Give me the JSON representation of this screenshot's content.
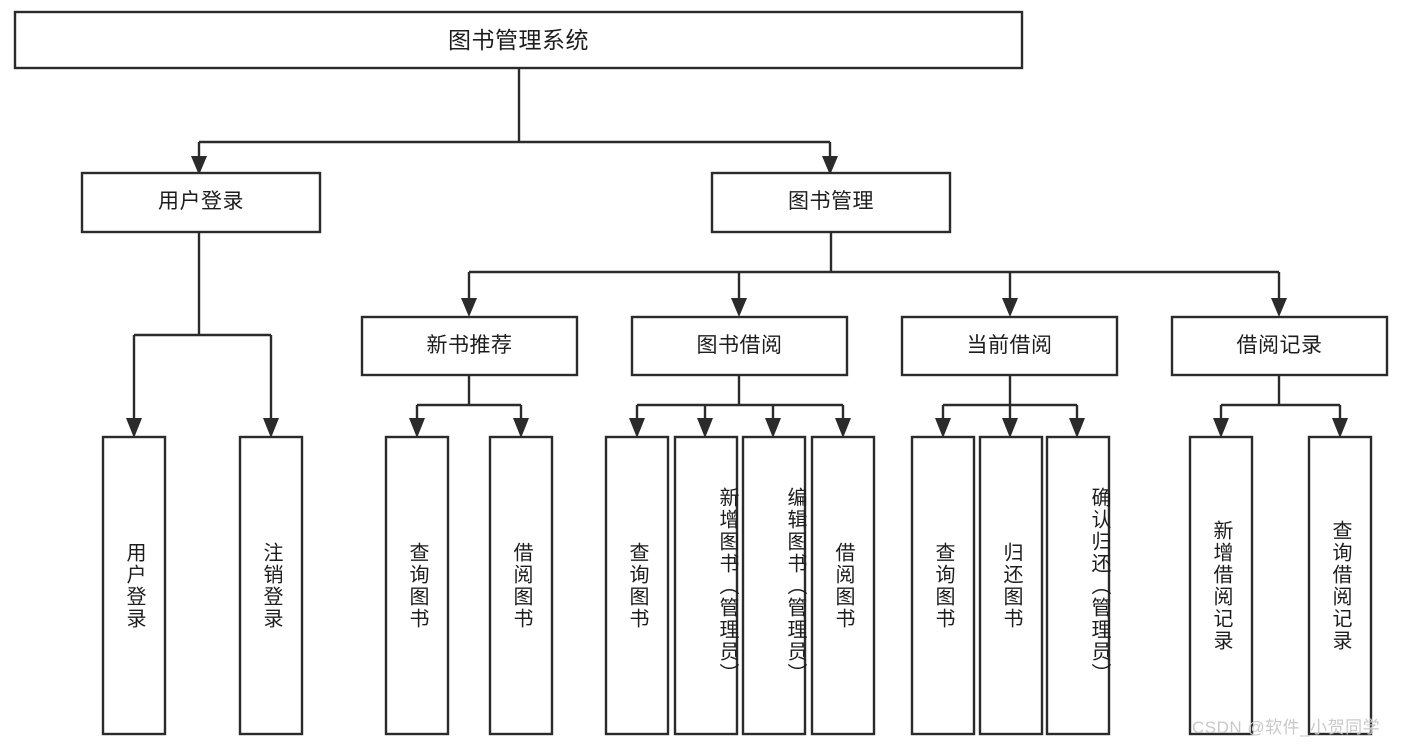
{
  "diagram": {
    "title": "图书管理系统",
    "watermark": "CSDN @软件_小贺同学",
    "line_color": "#2b2b2b",
    "box_fill": "#ffffff",
    "text_color": "#1d1d1d",
    "watermark_color": "#c9c9c9",
    "levels": {
      "level0": [
        {
          "id": "root",
          "label": "图书管理系统"
        }
      ],
      "level1": [
        {
          "id": "user-login",
          "label": "用户登录"
        },
        {
          "id": "book-manage",
          "label": "图书管理"
        }
      ],
      "level2": [
        {
          "id": "new-book-recommend",
          "label": "新书推荐"
        },
        {
          "id": "book-borrow",
          "label": "图书借阅"
        },
        {
          "id": "current-borrow",
          "label": "当前借阅"
        },
        {
          "id": "borrow-record",
          "label": "借阅记录"
        }
      ],
      "level3": [
        {
          "id": "leaf-user-login",
          "label": "用户登录",
          "parent": "user-login"
        },
        {
          "id": "leaf-user-logout",
          "label": "注销登录",
          "parent": "user-login"
        },
        {
          "id": "leaf-query-book-1",
          "label": "查询图书",
          "parent": "new-book-recommend"
        },
        {
          "id": "leaf-borrow-book-1",
          "label": "借阅图书",
          "parent": "new-book-recommend"
        },
        {
          "id": "leaf-query-book-2",
          "label": "查询图书",
          "parent": "book-borrow"
        },
        {
          "id": "leaf-add-book",
          "label": "新增图书（管理员）",
          "parent": "book-borrow"
        },
        {
          "id": "leaf-edit-book",
          "label": "编辑图书（管理员）",
          "parent": "book-borrow"
        },
        {
          "id": "leaf-borrow-book-2",
          "label": "借阅图书",
          "parent": "book-borrow"
        },
        {
          "id": "leaf-query-book-3",
          "label": "查询图书",
          "parent": "current-borrow"
        },
        {
          "id": "leaf-return-book",
          "label": "归还图书",
          "parent": "current-borrow"
        },
        {
          "id": "leaf-confirm-return",
          "label": "确认归还（管理员）",
          "parent": "current-borrow"
        },
        {
          "id": "leaf-add-record",
          "label": "新增借阅记录",
          "parent": "borrow-record"
        },
        {
          "id": "leaf-query-record",
          "label": "查询借阅记录",
          "parent": "borrow-record"
        }
      ]
    }
  }
}
